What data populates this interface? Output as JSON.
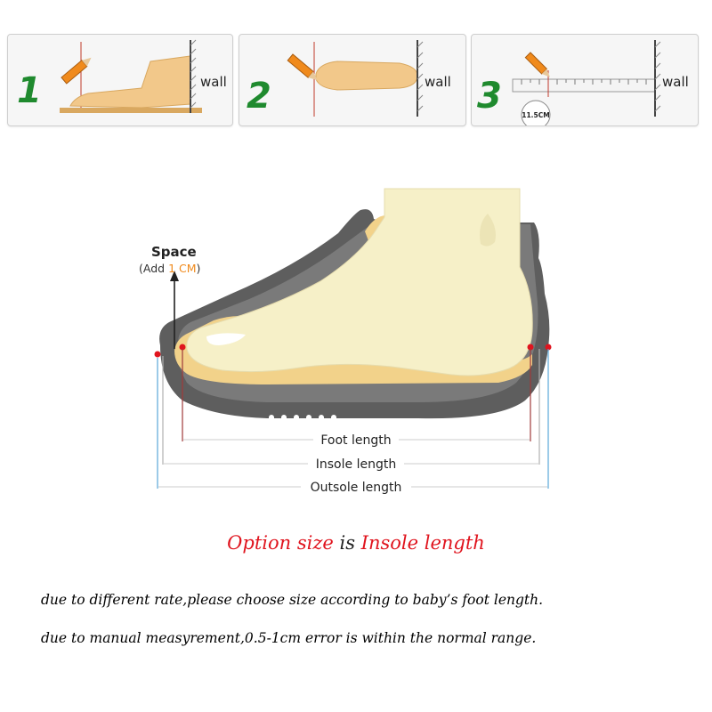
{
  "steps": [
    {
      "number": "1",
      "wall_label": "wall"
    },
    {
      "number": "2",
      "wall_label": "wall"
    },
    {
      "number": "3",
      "wall_label": "wall",
      "ruler_reading": "11.5CM"
    }
  ],
  "diagram": {
    "space_label": "Space",
    "add_prefix": "(Add ",
    "add_value": "1 CM",
    "add_suffix": ")",
    "foot_length_label": "Foot length",
    "insole_length_label": "Insole length",
    "outsole_length_label": "Outsole length"
  },
  "caption": {
    "part1": "Option size",
    "part2": " is ",
    "part3": "Insole length"
  },
  "notes": [
    "due to different rate,please choose size according to baby’s foot length.",
    "due to manual measyrement,0.5-1cm error is within the normal range."
  ],
  "colors": {
    "step_number": "#1f8a2e",
    "caption_highlight": "#e0141e",
    "add_value": "#f08a1c",
    "foot": "#f6f0c8",
    "sole": "#5e5e5e",
    "insole": "#f2d28a",
    "foot_length_line": "#a03a3a",
    "insole_length_line": "#b0b0b0",
    "outsole_length_line": "#5aa8d8",
    "marker": "#e0141e"
  }
}
